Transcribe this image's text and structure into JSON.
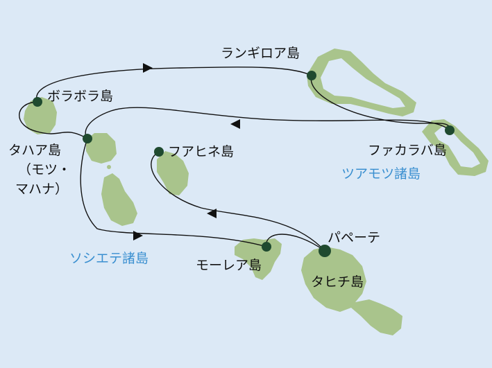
{
  "colors": {
    "sea": "#dce9f6",
    "land": "#a9c48c",
    "stop": "#1f4a2f",
    "route": "#111111",
    "region_label": "#3a8fd0"
  },
  "places": {
    "rangiroa": "ランギロア島",
    "bora_bora": "ボラボラ島",
    "fakarava": "ファカラバ島",
    "taha_a_1": "タハア島",
    "taha_a_2": "（モツ・",
    "taha_a_3": "マハナ）",
    "huahine": "フアヒネ島",
    "papeete": "パペーテ",
    "moorea": "モーレア島",
    "tahiti": "タヒチ島"
  },
  "regions": {
    "tuamotu": "ツアモツ諸島",
    "society": "ソシエテ諸島"
  }
}
